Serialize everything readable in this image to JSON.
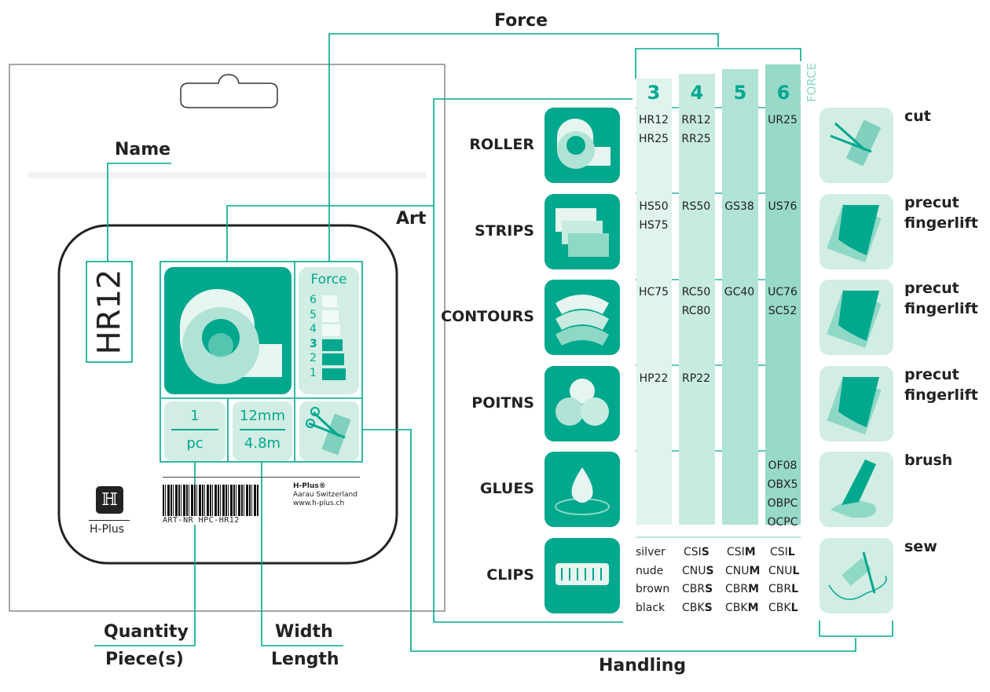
{
  "labels": {
    "force": "Force",
    "name": "Name",
    "art": "Art",
    "quantity": "Quantity",
    "pieces": "Piece(s)",
    "width": "Width",
    "length": "Length",
    "handling": "Handling"
  },
  "package": {
    "product_code": "HR12",
    "force_title": "Force",
    "force_levels": [
      "6",
      "5",
      "4",
      "3",
      "2",
      "1"
    ],
    "force_value": 3,
    "quantity": "1",
    "quantity_unit": "pc",
    "width": "12mm",
    "length": "4.8m",
    "barcode_text": "ART-NR  HPC-HR12",
    "company": "H-Plus®",
    "city": "Aarau Switzerland",
    "website": "www.h-plus.ch",
    "logo_text": "H-Plus"
  },
  "table": {
    "force_axis": "FORCE",
    "force_columns": [
      "3",
      "4",
      "5",
      "6"
    ],
    "rows": [
      {
        "art": "ROLLER",
        "cells": [
          "HR12\nHR25",
          "RR12\nRR25",
          "",
          "UR25"
        ],
        "handling": [
          "cut"
        ]
      },
      {
        "art": "STRIPS",
        "cells": [
          "HS50\nHS75",
          "RS50",
          "GS38",
          "US76"
        ],
        "handling": [
          "precut",
          "fingerlift"
        ]
      },
      {
        "art": "CONTOURS",
        "cells": [
          "HC75",
          "RC50\nRC80",
          "GC40",
          "UC76\nSC52"
        ],
        "handling": [
          "precut",
          "fingerlift"
        ]
      },
      {
        "art": "POITNS",
        "cells": [
          "HP22",
          "RP22",
          "",
          ""
        ],
        "handling": [
          "precut",
          "fingerlift"
        ]
      },
      {
        "art": "GLUES",
        "cells": [
          "",
          "",
          "",
          "OF08\nOBX5\nOBPC\nOCPC"
        ],
        "handling": [
          "brush"
        ]
      },
      {
        "art": "CLIPS",
        "handling": [
          "sew"
        ]
      }
    ],
    "clips": {
      "colors": [
        "silver",
        "nude",
        "brown",
        "black"
      ],
      "codes": [
        [
          "CSI",
          "S",
          "CSI",
          "M",
          "CSI",
          "L"
        ],
        [
          "CNU",
          "S",
          "CNU",
          "M",
          "CNU",
          "L"
        ],
        [
          "CBR",
          "S",
          "CBR",
          "M",
          "CBR",
          "L"
        ],
        [
          "CBK",
          "S",
          "CBK",
          "M",
          "CBK",
          "L"
        ]
      ]
    }
  },
  "colors": {
    "teal": "#00a88e",
    "col3": "#e0f3ed",
    "col4": "#c8ebe0",
    "col5": "#b0e2d5",
    "col6": "#98d9c9"
  }
}
